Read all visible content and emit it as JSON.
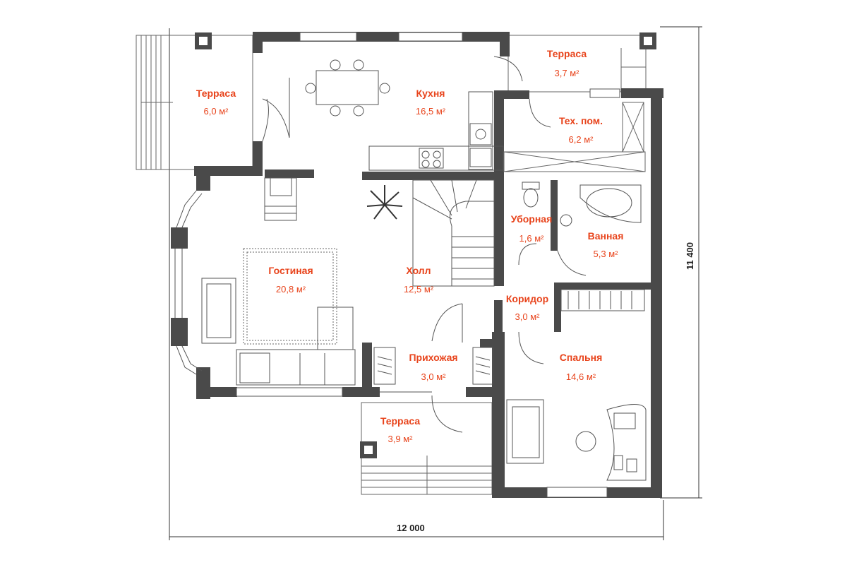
{
  "plan": {
    "dimensions": {
      "width_label": "12 000",
      "depth_label": "11 400"
    },
    "rooms": [
      {
        "id": "terrace-west",
        "name": "Терраса",
        "area": "6,0 м²"
      },
      {
        "id": "kitchen",
        "name": "Кухня",
        "area": "16,5 м²"
      },
      {
        "id": "terrace-northeast",
        "name": "Терраса",
        "area": "3,7 м²"
      },
      {
        "id": "utility",
        "name": "Тех. пом.",
        "area": "6,2 м²"
      },
      {
        "id": "toilet",
        "name": "Уборная",
        "area": "1,6 м²"
      },
      {
        "id": "bathroom",
        "name": "Ванная",
        "area": "5,3 м²"
      },
      {
        "id": "living",
        "name": "Гостиная",
        "area": "20,8 м²"
      },
      {
        "id": "hall",
        "name": "Холл",
        "area": "12,5 м²"
      },
      {
        "id": "corridor",
        "name": "Коридор",
        "area": "3,0 м²"
      },
      {
        "id": "bedroom",
        "name": "Спальня",
        "area": "14,6 м²"
      },
      {
        "id": "entry",
        "name": "Прихожая",
        "area": "3,0 м²"
      },
      {
        "id": "terrace-south",
        "name": "Терраса",
        "area": "3,9 м²"
      }
    ],
    "colors": {
      "wall": "#4a4a4a",
      "label": "#e8441c",
      "line": "#555555"
    }
  }
}
